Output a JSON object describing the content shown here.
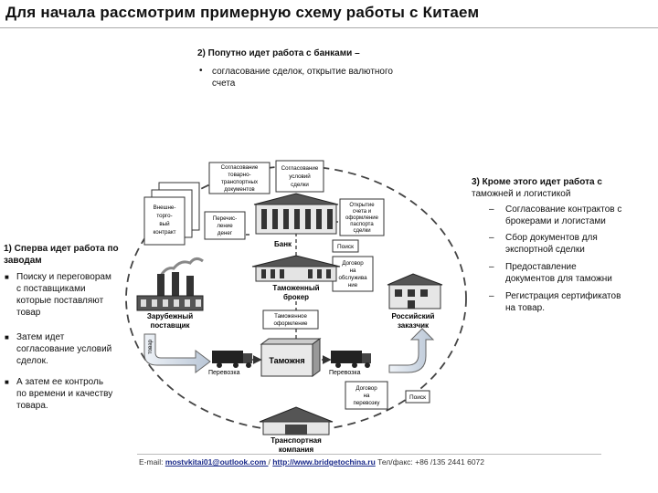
{
  "title": "Для начала рассмотрим примерную схему работы с Китаем",
  "banks": {
    "heading": "2) Попутно идет работа с банками –",
    "bullet_line1": "согласование сделок, открытие валютного",
    "bullet_line2": "счета"
  },
  "left": {
    "heading_line1": "1) Сперва идет работа по",
    "heading_line2": "заводам",
    "items": [
      [
        "Поиску и переговорам",
        "с поставщиками",
        "которые поставляют",
        "товар"
      ],
      [
        "Затем идет",
        "согласование условий",
        "сделок."
      ],
      [
        "А затем ее контроль",
        "по времени и качеству",
        "товара."
      ]
    ]
  },
  "right": {
    "heading_line1": "3) Кроме этого идет работа с",
    "heading_line2": "таможней и логистикой",
    "items": [
      [
        "Согласование контрактов с",
        "брокерами и логистами"
      ],
      [
        "Сбор документов для",
        "экспортной сделки"
      ],
      [
        "Предоставление",
        "документов для таможни"
      ],
      [
        "Регистрация сертификатов",
        "на товар."
      ]
    ]
  },
  "diagram": {
    "doc_agreement": [
      "Согласование",
      "товарно-",
      "транспортных",
      "документов"
    ],
    "doc_deal_terms": [
      "Согласование",
      "условий",
      "сделки"
    ],
    "doc_contract": [
      "Внешне-",
      "торго-",
      "вый",
      "контракт"
    ],
    "doc_transfer": [
      "Перечис-",
      "ление",
      "денег"
    ],
    "doc_account": [
      "Открытие",
      "счета и",
      "оформление",
      "паспорта",
      "сделки"
    ],
    "doc_search": "Поиск",
    "doc_service_contract": [
      "Договор",
      "на",
      "обслужива",
      "ние"
    ],
    "doc_customs_clearance": [
      "Таможенное",
      "оформление"
    ],
    "doc_transport_contract": [
      "Договор",
      "на",
      "перевозку"
    ],
    "doc_search2": "Поиск",
    "bank": "Банк",
    "broker": [
      "Таможенный",
      "брокер"
    ],
    "supplier": [
      "Зарубежный",
      "поставщик"
    ],
    "customer": [
      "Российский",
      "заказчик"
    ],
    "customs": "Таможня",
    "transport_left": "Перевозка",
    "transport_right": "Перевозка",
    "transport_company": [
      "Транспортная",
      "компания"
    ],
    "goods": "товар"
  },
  "footer": {
    "email_label": "E-mail: ",
    "email": "mostvkitai01@outlook.com ",
    "sep": "/  ",
    "site": "http://www.bridgetochina.ru",
    "phone": " Тел/факс: +86 /135 2441 6072"
  }
}
